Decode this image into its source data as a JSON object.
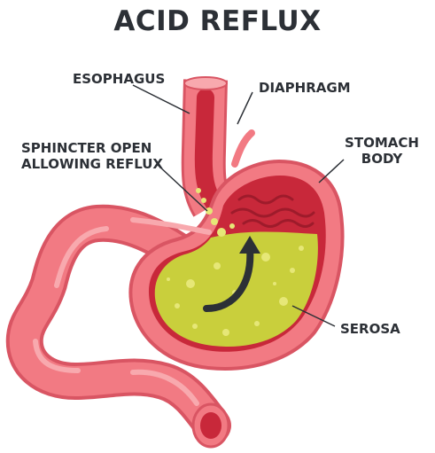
{
  "title": "ACID REFLUX",
  "labels": {
    "esophagus": "ESOPHAGUS",
    "diaphragm": "DIAPHRAGM",
    "sphincter_line1": "SPHINCTER OPEN",
    "sphincter_line2": "ALLOWING REFLUX",
    "stomach_line1": "STOMACH",
    "stomach_line2": "BODY",
    "serosa": "SEROSA"
  },
  "colors": {
    "text": "#2c3036",
    "outer_tissue": "#f27a83",
    "tissue_highlight": "#f8a9ae",
    "tissue_dark": "#d95563",
    "inner_lining": "#c8283a",
    "acid": "#c9cf3c",
    "acid_bubble": "#e6e777",
    "arrow": "#2c3036"
  }
}
